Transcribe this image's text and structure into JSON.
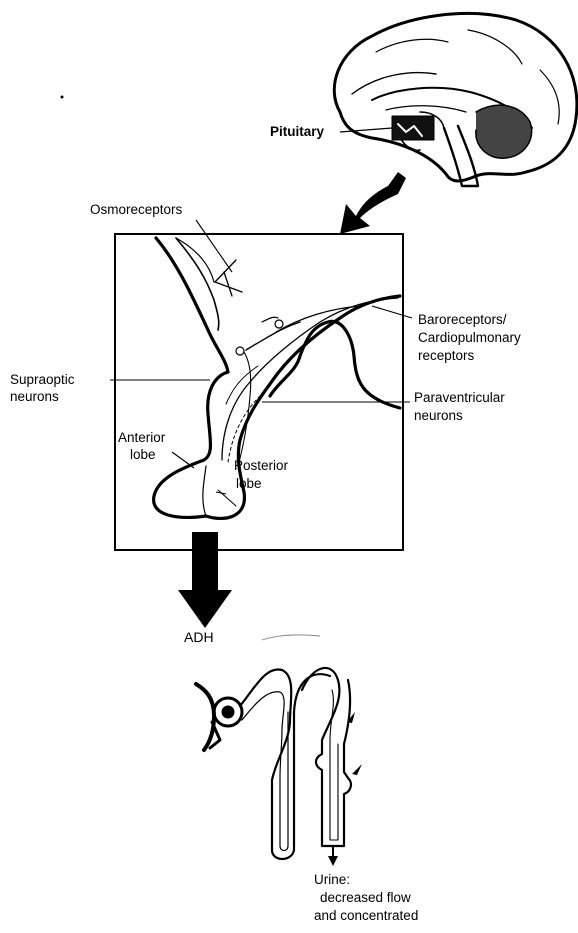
{
  "diagram": {
    "labels": {
      "pituitary": "Pituitary",
      "osmoreceptors": "Osmoreceptors",
      "baroreceptors_line1": "Baroreceptors/",
      "baroreceptors_line2": "Cardiopulmonary",
      "baroreceptors_line3": "receptors",
      "supraoptic_line1": "Supraoptic",
      "supraoptic_line2": "neurons",
      "paraventricular_line1": "Paraventricular",
      "paraventricular_line2": "neurons",
      "anterior_line1": "Anterior",
      "anterior_line2": "lobe",
      "posterior_line1": "Posterior",
      "posterior_line2": "lobe",
      "adh": "ADH",
      "urine_line1": "Urine:",
      "urine_line2": "decreased flow",
      "urine_line3": "and concentrated"
    }
  }
}
